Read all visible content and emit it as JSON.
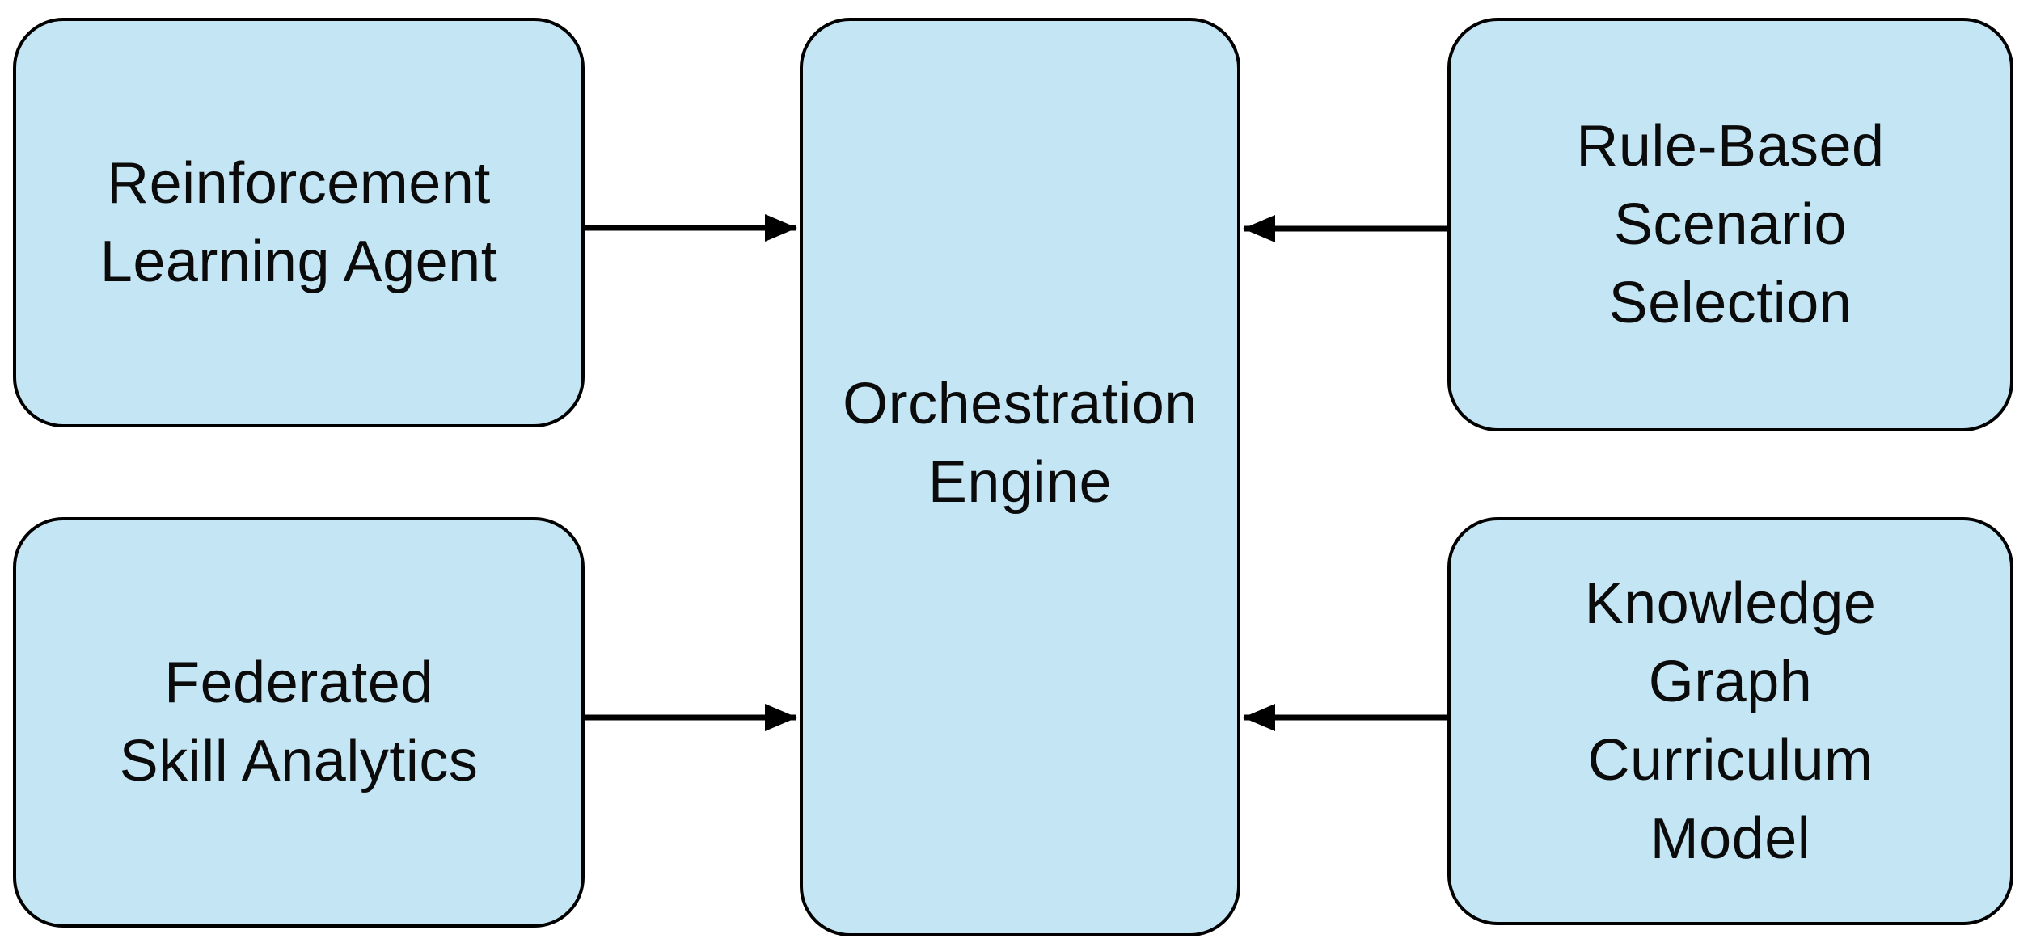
{
  "diagram": {
    "type": "flowchart",
    "background": "#ffffff",
    "node_fill": "#c4e5f3",
    "node_border_color": "#000000",
    "arrow_color": "#000000",
    "nodes": [
      {
        "id": "reinforcement-learning-agent",
        "label": "Reinforcement Learning Agent",
        "lines": [
          "Reinforcement",
          "Learning Agent"
        ]
      },
      {
        "id": "federated-skill-analytics",
        "label": "Federated Skill Analytics",
        "lines": [
          "Federated",
          "Skill Analytics"
        ]
      },
      {
        "id": "orchestration-engine",
        "label": "Orchestration Engine",
        "lines": [
          "Orchestration",
          "Engine"
        ]
      },
      {
        "id": "rule-based-scenario-selection",
        "label": "Rule-Based Scenario Selection",
        "lines": [
          "Rule-Based",
          "Scenario",
          "Selection"
        ]
      },
      {
        "id": "knowledge-graph-curriculum-model",
        "label": "Knowledge Graph Curriculum Model",
        "lines": [
          "Knowledge",
          "Graph",
          "Curriculum",
          "Model"
        ]
      }
    ],
    "edges": [
      {
        "from": "reinforcement-learning-agent",
        "to": "orchestration-engine"
      },
      {
        "from": "federated-skill-analytics",
        "to": "orchestration-engine"
      },
      {
        "from": "rule-based-scenario-selection",
        "to": "orchestration-engine"
      },
      {
        "from": "knowledge-graph-curriculum-model",
        "to": "orchestration-engine"
      }
    ]
  }
}
